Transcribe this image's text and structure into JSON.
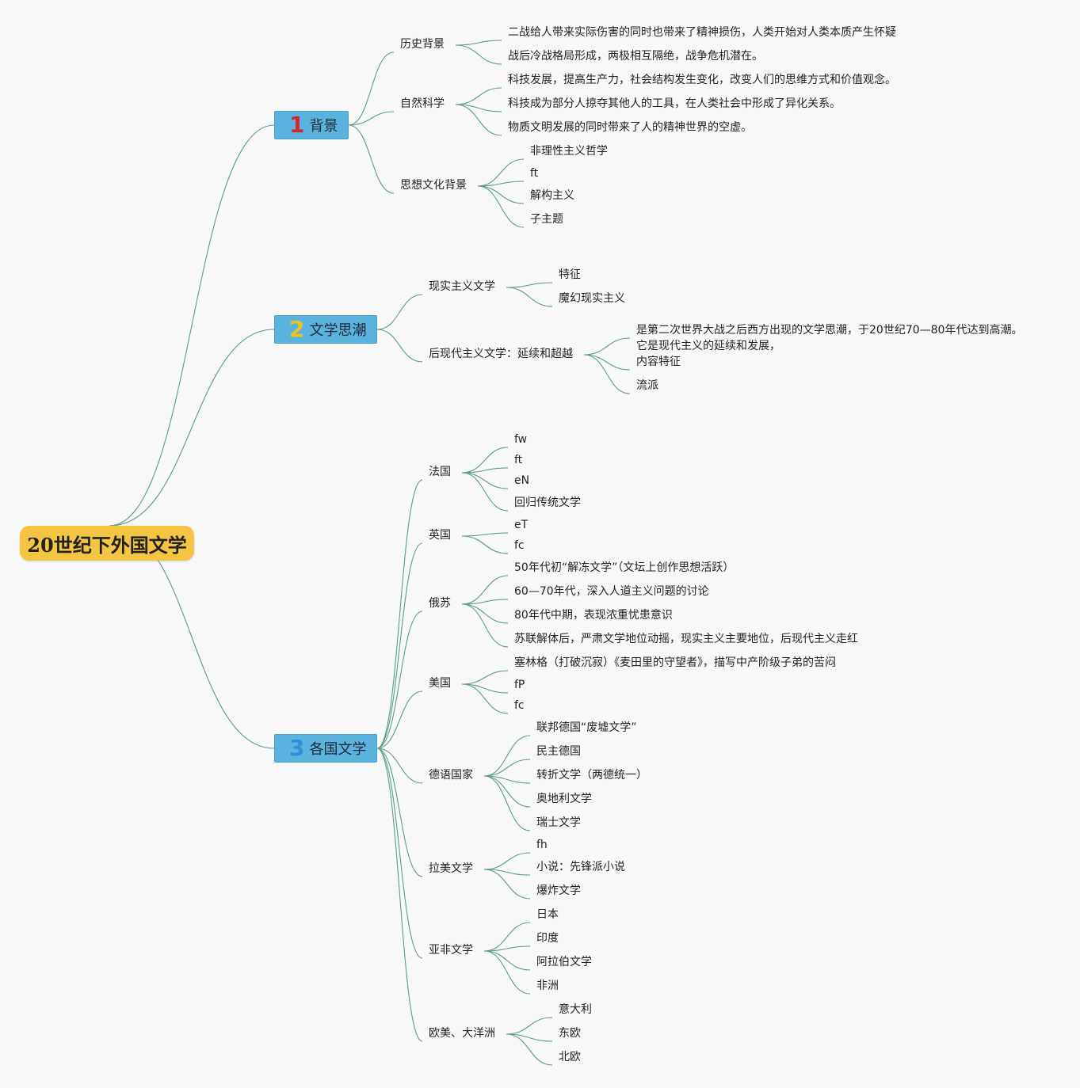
{
  "root": {
    "label": "20世纪下外国文学"
  },
  "colors": {
    "root_fill": "#f4c542",
    "topic_fill": "#5ab3df",
    "line": "#5a9c88",
    "num1": "#d9262c",
    "num2": "#f0c020",
    "num3": "#2f8fd8"
  },
  "topics": [
    {
      "number": "1",
      "label": "背景",
      "children": [
        {
          "label": "历史背景",
          "children": [
            "二战给人带来实际伤害的同时也带来了精神损伤，人类开始对人类本质产生怀疑",
            "战后冷战格局形成，两极相互隔绝，战争危机潜在。"
          ]
        },
        {
          "label": "自然科学",
          "children": [
            "科技发展，提高生产力，社会结构发生变化，改变人们的思维方式和价值观念。",
            "科技成为部分人掠夺其他人的工具，在人类社会中形成了异化关系。",
            "物质文明发展的同时带来了人的精神世界的空虚。"
          ]
        },
        {
          "label": "思想文化背景",
          "children": [
            "非理性主义哲学",
            "ft",
            "解构主义",
            "子主题"
          ]
        }
      ]
    },
    {
      "number": "2",
      "label": "文学思潮",
      "children": [
        {
          "label": "现实主义文学",
          "children": [
            "特征",
            "魔幻现实主义"
          ]
        },
        {
          "label": "后现代主义文学：延续和超越",
          "children": [
            "是第二次世界大战之后西方出现的文学思潮，于20世纪70—80年代达到高潮。它是现代主义的延续和发展，",
            "内容特征",
            "流派"
          ]
        }
      ]
    },
    {
      "number": "3",
      "label": "各国文学",
      "children": [
        {
          "label": "法国",
          "children": [
            "fw",
            "ft",
            "eN",
            "回归传统文学"
          ]
        },
        {
          "label": "英国",
          "children": [
            "eT",
            "fc"
          ]
        },
        {
          "label": "俄苏",
          "children": [
            "50年代初“解冻文学”（文坛上创作思想活跃）",
            "60—70年代，深入人道主义问题的讨论",
            "80年代中期，表现浓重忧患意识",
            "苏联解体后，严肃文学地位动摇，现实主义主要地位，后现代主义走红"
          ]
        },
        {
          "label": "美国",
          "children": [
            "塞林格（打破沉寂）《麦田里的守望者》，描写中产阶级子弟的苦闷",
            "fP",
            "fc"
          ]
        },
        {
          "label": "德语国家",
          "children": [
            "联邦德国“废墟文学”",
            "民主德国",
            "转折文学（两德统一）",
            "奥地利文学",
            "瑞士文学"
          ]
        },
        {
          "label": "拉美文学",
          "children": [
            "fh",
            "小说：先锋派小说",
            "爆炸文学"
          ]
        },
        {
          "label": "亚非文学",
          "children": [
            "日本",
            "印度",
            "阿拉伯文学",
            "非洲"
          ]
        },
        {
          "label": "欧美、大洋洲",
          "children": [
            "意大利",
            "东欧",
            "北欧"
          ]
        }
      ]
    }
  ]
}
